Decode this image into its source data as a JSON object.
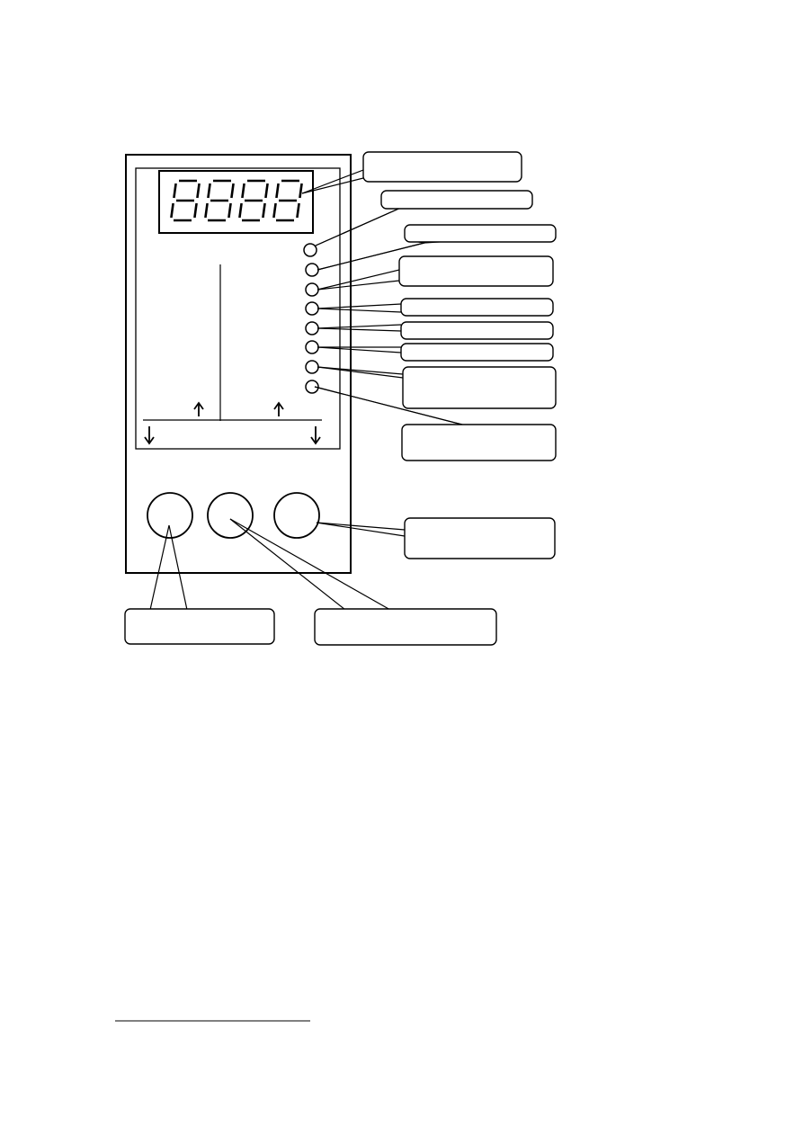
{
  "colors": {
    "ink": "#000000",
    "paper": "#ffffff"
  },
  "display": {
    "digits": [
      "8",
      "8",
      "8",
      "8"
    ],
    "style": "seven-segment-italic"
  },
  "indicators": [
    {
      "label": ""
    },
    {
      "label": ""
    },
    {
      "label": ""
    },
    {
      "label": ""
    },
    {
      "label": ""
    },
    {
      "label": ""
    },
    {
      "label": ""
    },
    {
      "label": ""
    }
  ],
  "buttons": [
    {
      "label": ""
    },
    {
      "label": ""
    },
    {
      "label": ""
    }
  ],
  "callouts": [
    {
      "text": ""
    },
    {
      "text": ""
    },
    {
      "text": ""
    },
    {
      "text": ""
    },
    {
      "text": ""
    },
    {
      "text": ""
    },
    {
      "text": ""
    },
    {
      "text": ""
    },
    {
      "text": ""
    },
    {
      "text": ""
    },
    {
      "text": ""
    },
    {
      "text": ""
    }
  ],
  "icons": [
    "arrow-up-icon",
    "arrow-up-icon",
    "arrow-down-icon",
    "arrow-down-icon"
  ]
}
